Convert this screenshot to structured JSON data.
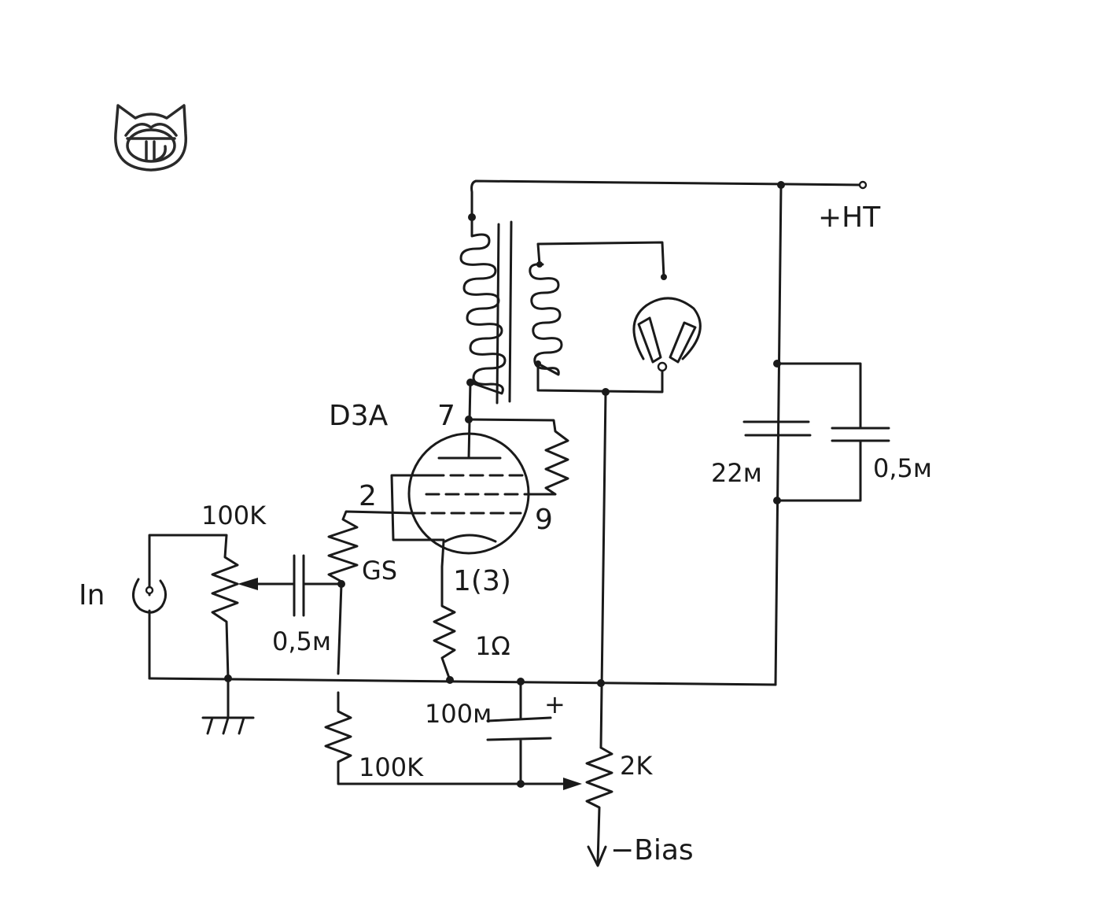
{
  "labels": {
    "tube": "D3A",
    "pin_plate": "7",
    "pin_grid": "2",
    "pin_screen": "9",
    "pin_cathode": "1(3)",
    "supply": "+HT",
    "input": "In",
    "volume_pot": "100K",
    "coupling_cap": "0,5м",
    "grid_stopper": "GS",
    "cathode_res": "1Ω",
    "bypass_cap": "100м",
    "bypass_cap_polarity": "+",
    "bias_res": "100K",
    "bias_pot": "2K",
    "bias": "−Bias",
    "filter_cap_large": "22м",
    "filter_cap_small": "0,5м"
  },
  "icons": [
    "cat-logo-icon",
    "headphones-icon",
    "ground-icon",
    "input-jack-icon",
    "output-transformer-icon"
  ]
}
